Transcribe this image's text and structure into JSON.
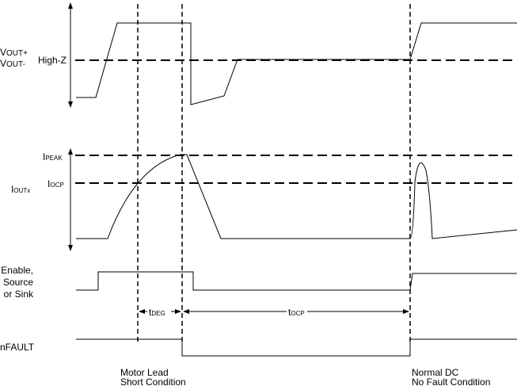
{
  "signals": {
    "vout": {
      "main1": "V",
      "sub1": "OUT+",
      "main2": "V",
      "sub2": "OUT-",
      "level_label": "High-Z"
    },
    "iout": {
      "main": "I",
      "sub": "OUTx",
      "peak_main": "I",
      "peak_sub": "PEAK",
      "ocp_main": "I",
      "ocp_sub": "OCP"
    },
    "enable": {
      "line1": "Enable,",
      "line2": "Source",
      "line3": "or Sink"
    },
    "nfault": {
      "label": "nFAULT"
    }
  },
  "timing": {
    "tdeg_main": "t",
    "tdeg_sub": "DEG",
    "tocp_main": "t",
    "tocp_sub": "OCP"
  },
  "annotations": {
    "short": {
      "line1": "Motor Lead",
      "line2": "Short Condition"
    },
    "normal": {
      "line1": "Normal DC",
      "line2": "No Fault Condition"
    }
  }
}
